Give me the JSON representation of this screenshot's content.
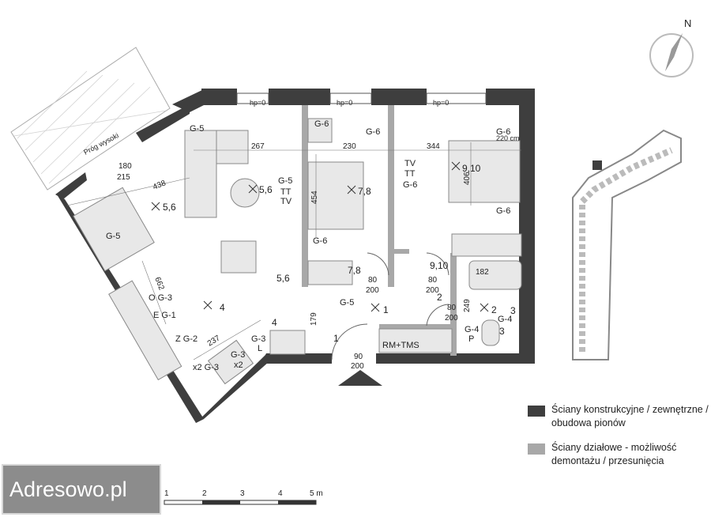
{
  "compass": {
    "north_label": "N"
  },
  "balcony": {
    "label": "Próg wysoki"
  },
  "windows": [
    "hp=0",
    "hp=0",
    "hp=0"
  ],
  "rooms": [
    {
      "id": "1",
      "area": "1"
    },
    {
      "id": "2",
      "area": "2"
    },
    {
      "id": "3",
      "area": "3"
    },
    {
      "id": "4",
      "area": "4"
    },
    {
      "id": "5.6a",
      "area": "5,6"
    },
    {
      "id": "5.6b",
      "area": "5,6"
    },
    {
      "id": "5.6c",
      "area": "5,6"
    },
    {
      "id": "7.8a",
      "area": "7,8"
    },
    {
      "id": "7.8b",
      "area": "7,8"
    },
    {
      "id": "9.10a",
      "area": "9,10"
    },
    {
      "id": "9.10b",
      "area": "9,10"
    }
  ],
  "dimensions": {
    "d267": "267",
    "d230": "230",
    "d344": "344",
    "d438": "438",
    "d454": "454",
    "d406": "406",
    "d662": "662",
    "d237": "237",
    "d179": "179",
    "d249": "249",
    "d180": "180",
    "d215": "215",
    "d182": "182",
    "d220": "220 cm",
    "d90": "90",
    "d80a": "80",
    "d80b": "80",
    "d80c": "80",
    "d200a": "200",
    "d200b": "200",
    "d200c": "200",
    "d200d": "200"
  },
  "installations": {
    "g5_top": "G-5",
    "g6_a": "G-6",
    "g6_b": "G-6",
    "g6_c": "G-6",
    "g6_d": "G-6",
    "g6_e": "G-6",
    "g6_f": "G-6",
    "g5_mid": "G-5",
    "tt_a": "TT",
    "tv_a": "TV",
    "tv_b": "TV",
    "tt_b": "TT",
    "g5_left": "G-5",
    "g5_bot": "G-5",
    "o_g3": "O G-3",
    "e_g1": "E G-1",
    "z_g2": "Z G-2",
    "x2_g3": "x2 G-3",
    "g3_x2": "G-3",
    "x2": "x2",
    "g3_l": "G-3",
    "l": "L",
    "g4_a": "G-4",
    "g4_b": "G-4",
    "p": "P",
    "rm_tms": "RM+TMS"
  },
  "scale": {
    "ticks": [
      "1",
      "2",
      "3",
      "4",
      "5 m"
    ]
  },
  "legend": [
    {
      "label": "Ściany konstrukcyjne / zewnętrzne / obudowa pionów",
      "color": "#3e3e3e"
    },
    {
      "label": "Ściany działowe - możliwość demontażu / przesunięcia",
      "color": "#a8a8a8"
    }
  ],
  "brand": "Adresowo.pl"
}
